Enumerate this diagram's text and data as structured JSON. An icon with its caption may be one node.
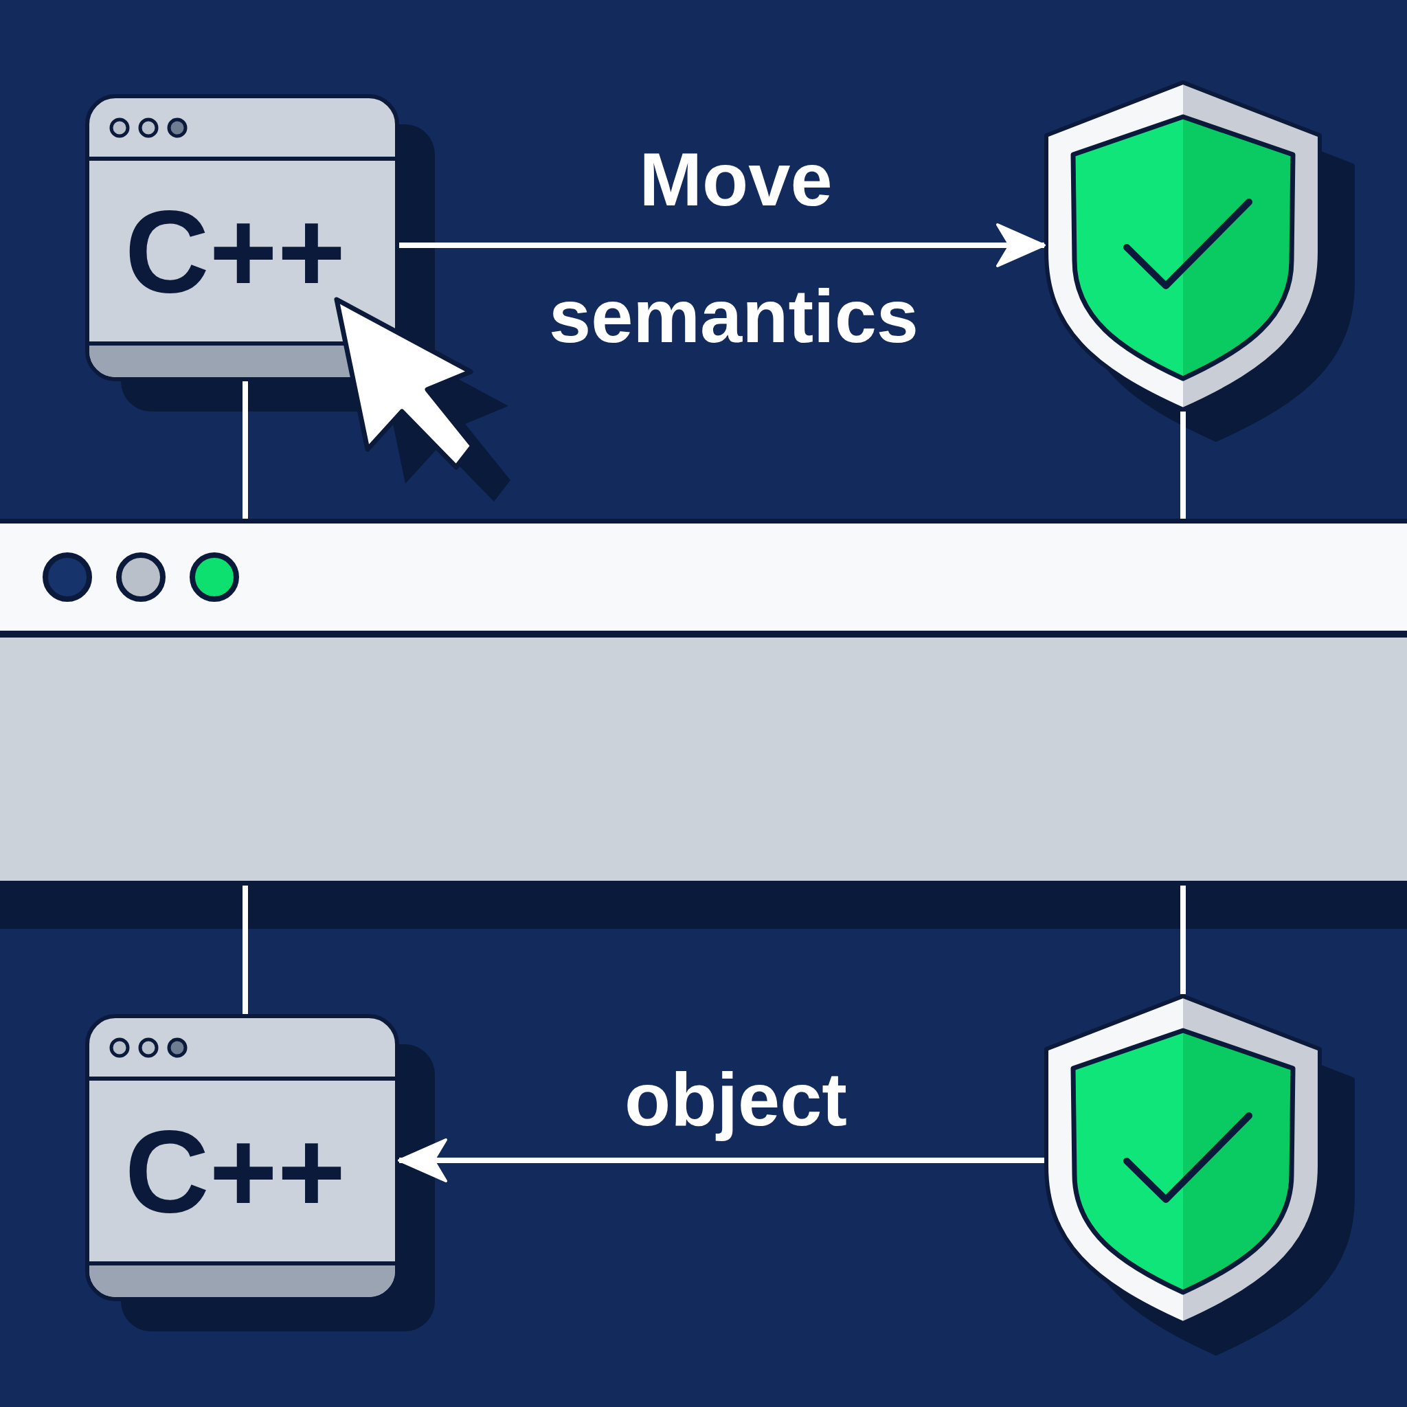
{
  "diagram": {
    "nodes": [
      {
        "text": [
          "C++"
        ]
      },
      {
        "text": [],
        "shape": "shield"
      },
      {
        "text": [],
        "shape": "window"
      },
      {
        "text": [
          "C++"
        ]
      },
      {
        "text": [],
        "shape": "shield"
      }
    ],
    "edges": [
      {
        "from": 0,
        "to": 1,
        "arrow": "to",
        "label": "Move"
      },
      {
        "from": 0,
        "to": 2,
        "arrow": "none"
      },
      {
        "from": 1,
        "to": 2,
        "arrow": "none"
      },
      {
        "from": 2,
        "to": 3,
        "arrow": "none"
      },
      {
        "from": 2,
        "to": 4,
        "arrow": "none"
      },
      {
        "from": 4,
        "to": 3,
        "arrow": "to",
        "label": "object"
      }
    ],
    "labels": [
      "semantics"
    ]
  }
}
